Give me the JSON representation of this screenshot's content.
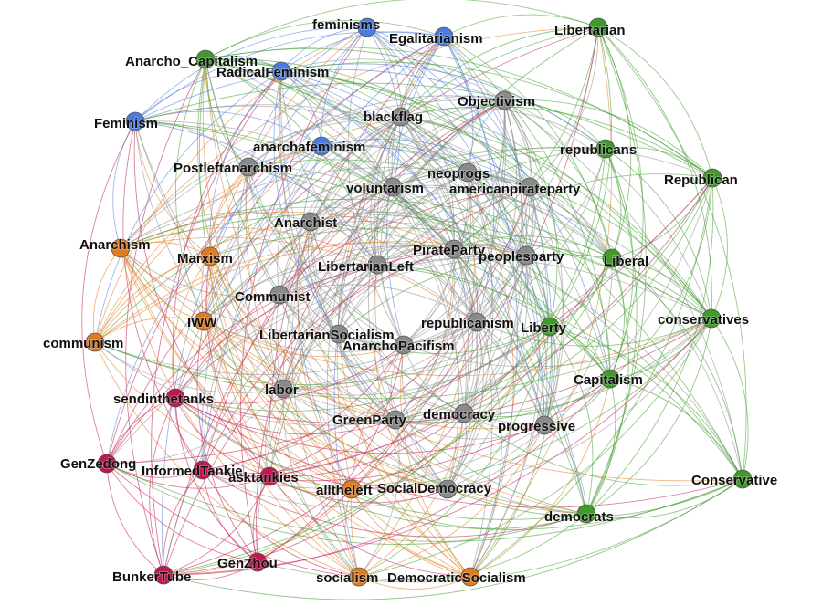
{
  "network": {
    "communities": {
      "green": "#3f9a2a",
      "blue": "#4a7ce0",
      "gray": "#8a8a8a",
      "orange": "#e07b1e",
      "crimson": "#c0174f"
    },
    "nodes": [
      {
        "id": "feminisms",
        "label": "feminisms",
        "group": "blue"
      },
      {
        "id": "Egalitarianism",
        "label": "Egalitarianism",
        "group": "blue"
      },
      {
        "id": "Libertarian",
        "label": "Libertarian",
        "group": "green"
      },
      {
        "id": "Anarcho_Capitalism",
        "label": "Anarcho_Capitalism",
        "group": "green"
      },
      {
        "id": "RadicalFeminism",
        "label": "RadicalFeminism",
        "group": "blue"
      },
      {
        "id": "Objectivism",
        "label": "Objectivism",
        "group": "gray"
      },
      {
        "id": "blackflag",
        "label": "blackflag",
        "group": "gray"
      },
      {
        "id": "Feminism",
        "label": "Feminism",
        "group": "blue"
      },
      {
        "id": "anarchafeminism",
        "label": "anarchafeminism",
        "group": "blue"
      },
      {
        "id": "republicans",
        "label": "republicans",
        "group": "green"
      },
      {
        "id": "Postleftanarchism",
        "label": "Postleftanarchism",
        "group": "gray"
      },
      {
        "id": "neoprogs",
        "label": "neoprogs",
        "group": "gray"
      },
      {
        "id": "Republican",
        "label": "Republican",
        "group": "green"
      },
      {
        "id": "voluntarism",
        "label": "voluntarism",
        "group": "gray"
      },
      {
        "id": "americanpirateparty",
        "label": "americanpirateparty",
        "group": "gray"
      },
      {
        "id": "Anarchist",
        "label": "Anarchist",
        "group": "gray"
      },
      {
        "id": "Anarchism",
        "label": "Anarchism",
        "group": "orange"
      },
      {
        "id": "PirateParty",
        "label": "PirateParty",
        "group": "gray"
      },
      {
        "id": "Marxism",
        "label": "Marxism",
        "group": "orange"
      },
      {
        "id": "peoplesparty",
        "label": "peoplesparty",
        "group": "gray"
      },
      {
        "id": "Liberal",
        "label": "Liberal",
        "group": "green"
      },
      {
        "id": "LibertarianLeft",
        "label": "LibertarianLeft",
        "group": "gray"
      },
      {
        "id": "Communist",
        "label": "Communist",
        "group": "gray"
      },
      {
        "id": "IWW",
        "label": "IWW",
        "group": "orange"
      },
      {
        "id": "republicanism",
        "label": "republicanism",
        "group": "gray"
      },
      {
        "id": "Liberty",
        "label": "Liberty",
        "group": "green"
      },
      {
        "id": "conservatives",
        "label": "conservatives",
        "group": "green"
      },
      {
        "id": "LibertarianSocialism",
        "label": "LibertarianSocialism",
        "group": "gray"
      },
      {
        "id": "communism",
        "label": "communism",
        "group": "orange"
      },
      {
        "id": "AnarchoPacifism",
        "label": "AnarchoPacifism",
        "group": "gray"
      },
      {
        "id": "Capitalism",
        "label": "Capitalism",
        "group": "green"
      },
      {
        "id": "sendinthetanks",
        "label": "sendinthetanks",
        "group": "crimson"
      },
      {
        "id": "labor",
        "label": "labor",
        "group": "gray"
      },
      {
        "id": "democracy",
        "label": "democracy",
        "group": "gray"
      },
      {
        "id": "GreenParty",
        "label": "GreenParty",
        "group": "gray"
      },
      {
        "id": "progressive",
        "label": "progressive",
        "group": "gray"
      },
      {
        "id": "GenZedong",
        "label": "GenZedong",
        "group": "crimson"
      },
      {
        "id": "InformedTankie",
        "label": "InformedTankie",
        "group": "crimson"
      },
      {
        "id": "asktankies",
        "label": "asktankies",
        "group": "crimson"
      },
      {
        "id": "Conservative",
        "label": "Conservative",
        "group": "green"
      },
      {
        "id": "alltheleft",
        "label": "alltheleft",
        "group": "orange"
      },
      {
        "id": "SocialDemocracy",
        "label": "SocialDemocracy",
        "group": "gray"
      },
      {
        "id": "democrats",
        "label": "democrats",
        "group": "green"
      },
      {
        "id": "GenZhou",
        "label": "GenZhou",
        "group": "crimson"
      },
      {
        "id": "BunkerTube",
        "label": "BunkerTube",
        "group": "crimson"
      },
      {
        "id": "socialism",
        "label": "socialism",
        "group": "orange"
      },
      {
        "id": "DemocraticSocialism",
        "label": "DemocraticSocialism",
        "group": "orange"
      }
    ]
  }
}
